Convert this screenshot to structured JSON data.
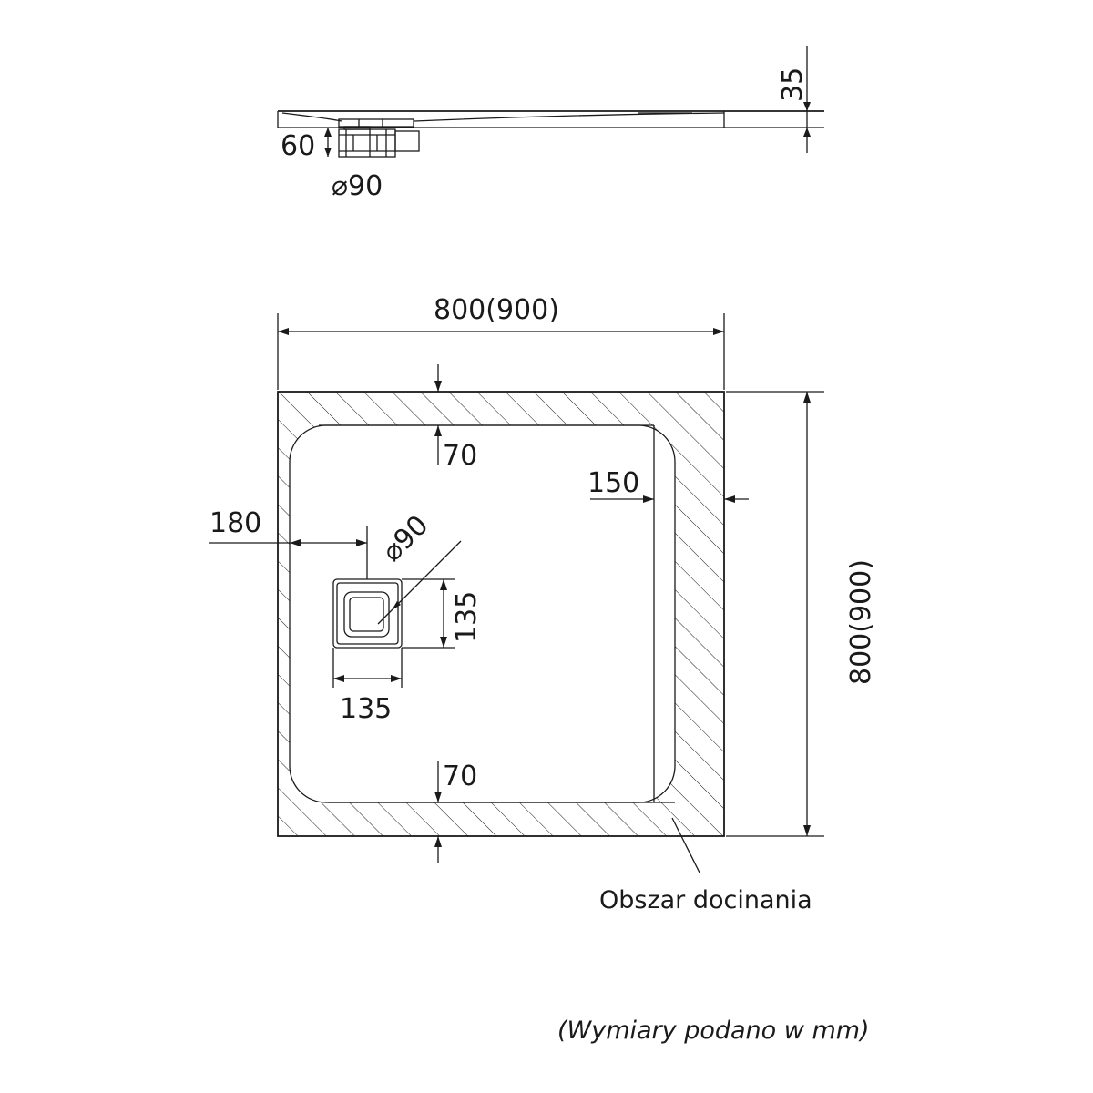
{
  "side_view": {
    "height_label": "35",
    "trap_height_label": "60",
    "trap_diameter_label": "⌀90"
  },
  "top_view": {
    "width_label": "800(900)",
    "depth_label": "800(900)",
    "top_margin_label": "70",
    "bottom_margin_label": "70",
    "right_margin_label": "150",
    "drain_offset_label": "180",
    "drain_diameter_label": "⌀90",
    "drain_height_label": "135",
    "drain_width_label": "135",
    "cut_area_label": "Obszar docinania"
  },
  "footnote": "(Wymiary podano w mm)",
  "colors": {
    "line": "#1a1a1a",
    "background": "#ffffff"
  }
}
